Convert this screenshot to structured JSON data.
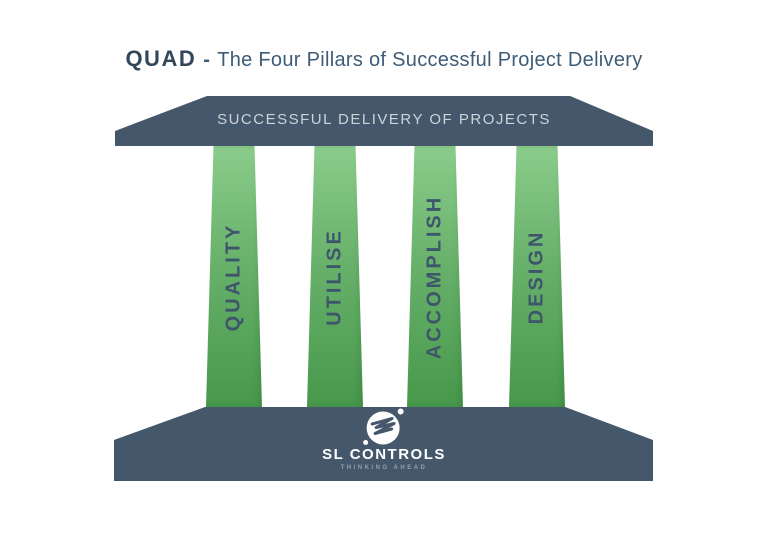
{
  "title": {
    "brand": "QUAD",
    "separator": "-",
    "text": "The Four Pillars of Successful Project Delivery"
  },
  "roof": {
    "label": "SUCCESSFUL DELIVERY OF PROJECTS"
  },
  "pillars": [
    {
      "id": "quality",
      "label": "QUALITY"
    },
    {
      "id": "utilise",
      "label": "UTILISE"
    },
    {
      "id": "accomplish",
      "label": "ACCOMPLISH"
    },
    {
      "id": "design",
      "label": "DESIGN"
    }
  ],
  "base": {
    "logo": {
      "icon": "sl-controls-s-spark-icon",
      "name": "SL CONTROLS",
      "tagline": "THINKING AHEAD"
    }
  },
  "colors": {
    "slate": "#45576a",
    "pillar_gradient_top": "#8bcc8b",
    "pillar_gradient_bottom": "#47984b",
    "pillar_label": "#3e566b",
    "roof_label": "#ccd4da",
    "title_brand": "#33475a",
    "title_text": "#3e5c77",
    "logo_text": "#ffffff",
    "tagline_text": "#93a0ac",
    "background": "#ffffff"
  }
}
